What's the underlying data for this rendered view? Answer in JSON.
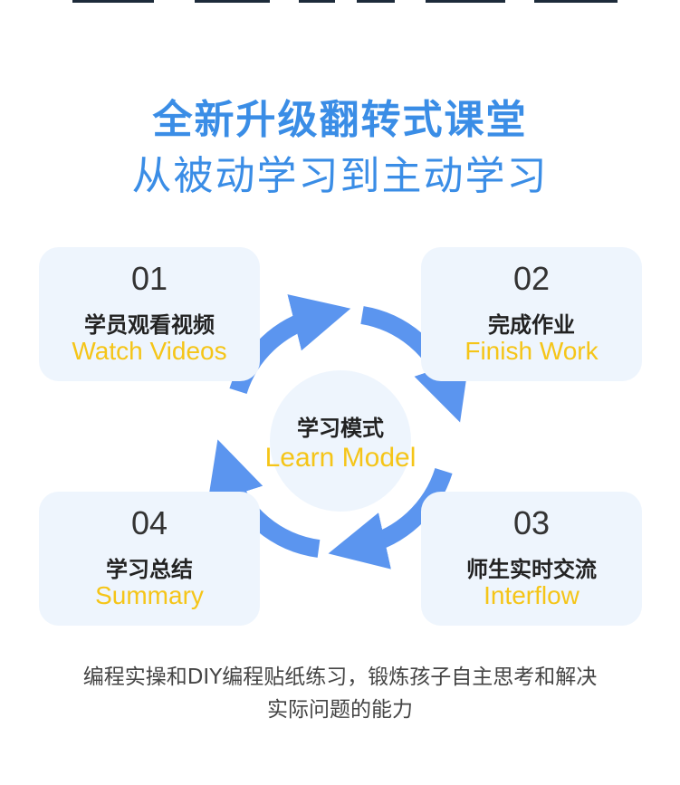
{
  "header": {
    "title": "全新升级翻转式课堂",
    "subtitle": "从被动学习到主动学习"
  },
  "center": {
    "cn": "学习模式",
    "en": "Learn Model"
  },
  "steps": [
    {
      "num": "01",
      "cn": "学员观看视频",
      "en": "Watch Videos"
    },
    {
      "num": "02",
      "cn": "完成作业",
      "en": "Finish Work"
    },
    {
      "num": "03",
      "cn": "师生实时交流",
      "en": "Interflow"
    },
    {
      "num": "04",
      "cn": "学习总结",
      "en": "Summary"
    }
  ],
  "description": {
    "line1": "编程实操和DIY编程贴纸练习，锻炼孩子自主思考和解决",
    "line2": "实际问题的能力"
  },
  "colors": {
    "title": "#3a8de6",
    "accent_en": "#f5c518",
    "arrow": "#5b95ef",
    "card_bg": "#eef5fd"
  }
}
